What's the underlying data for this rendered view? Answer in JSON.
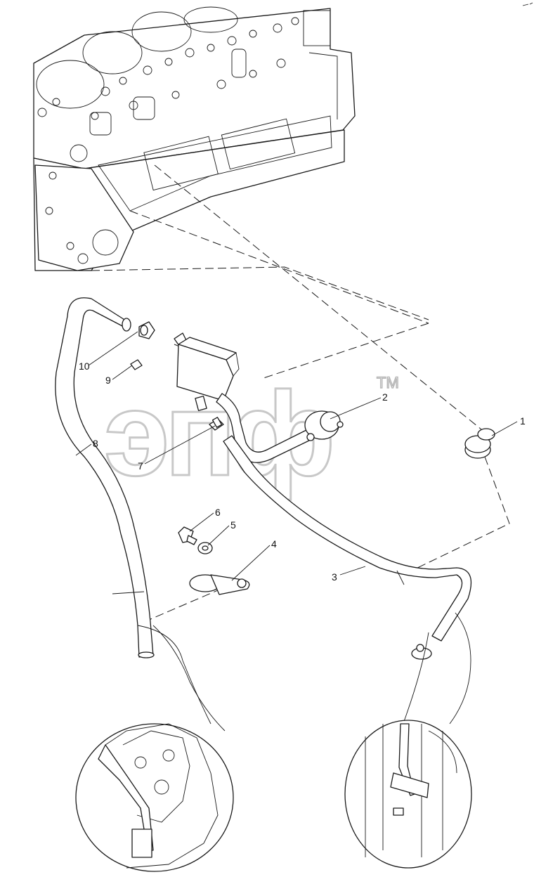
{
  "watermark": {
    "text": "эпф",
    "trademark": "TM"
  },
  "callouts": [
    {
      "number": "1"
    },
    {
      "number": "2"
    },
    {
      "number": "3"
    },
    {
      "number": "4"
    },
    {
      "number": "5"
    },
    {
      "number": "6"
    },
    {
      "number": "7"
    },
    {
      "number": "8"
    },
    {
      "number": "9"
    },
    {
      "number": "10"
    }
  ]
}
